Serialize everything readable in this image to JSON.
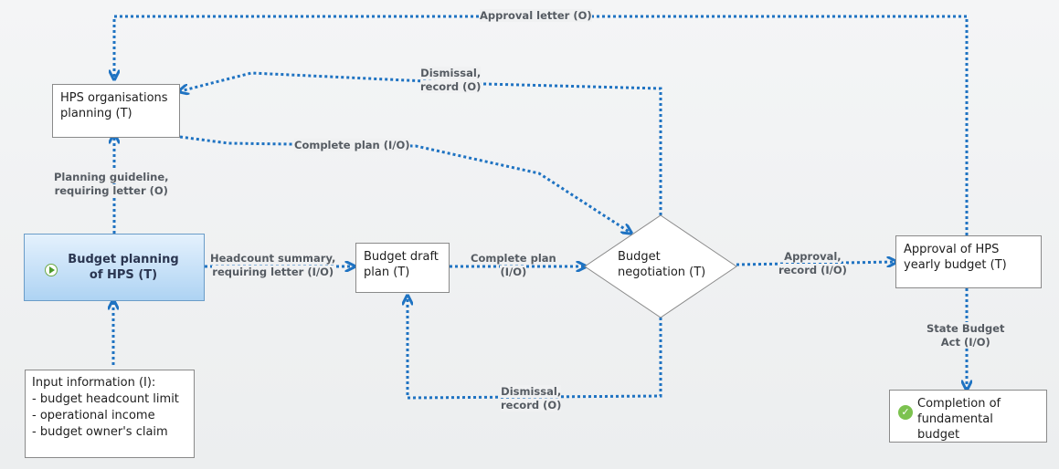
{
  "nodes": {
    "hps_org_planning": "HPS organisations planning (T)",
    "budget_planning": "Budget planning of HPS (T)",
    "budget_draft": "Budget draft plan (T)",
    "budget_negotiation": "Budget negotiation (T)",
    "approval_yearly": "Approval of HPS yearly budget (T)",
    "completion": "Completion of fundamental budget",
    "input_info": {
      "title": "Input information (I):",
      "items": [
        "- budget headcount limit",
        "- operational income",
        "- budget owner's claim"
      ]
    }
  },
  "edge_labels": {
    "approval_letter": "Approval letter (O)",
    "dismissal_top": [
      "Dismissal,",
      "record (O)"
    ],
    "complete_plan_top": "Complete plan (I/O)",
    "planning_guideline": [
      "Planning guideline,",
      "requiring letter (O)"
    ],
    "headcount_summary": [
      "Headcount summary,",
      "requiring letter (I/O)"
    ],
    "complete_plan_mid": [
      "Complete plan",
      "(I/O)"
    ],
    "approval_record": [
      "Approval,",
      "record (I/O)"
    ],
    "state_budget": [
      "State Budget",
      "Act (I/O)"
    ],
    "dismissal_bottom": [
      "Dismissal,",
      "record (O)"
    ]
  },
  "colors": {
    "edge": "#1f73c2",
    "start_fill": "#aed3f3",
    "border": "#8a8a8a"
  },
  "icons": {
    "start": "play-icon",
    "end": "check-icon"
  }
}
